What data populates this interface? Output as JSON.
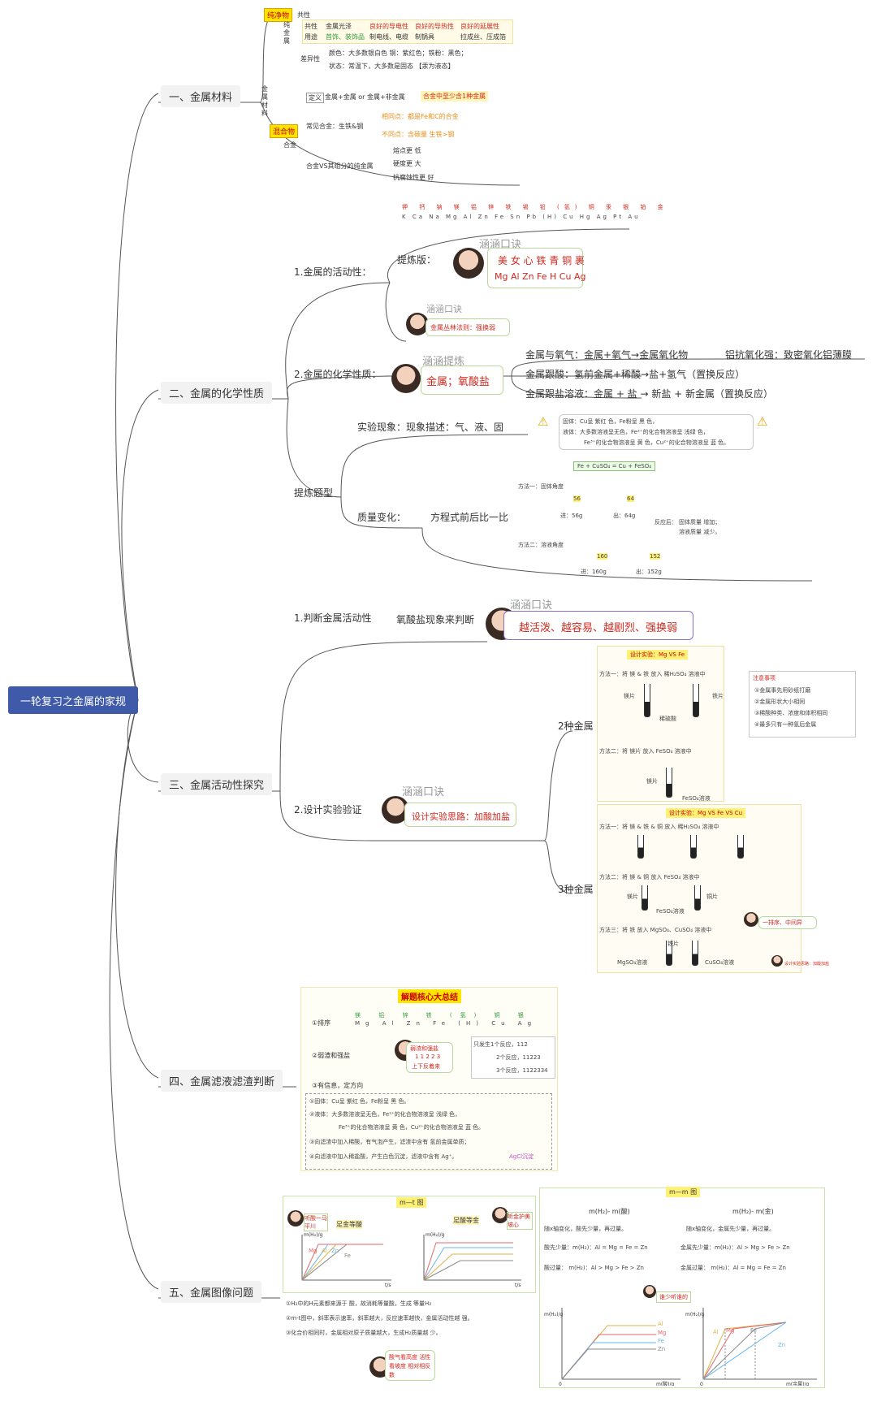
{
  "root": {
    "label": "一轮复习之金属的家规"
  },
  "branches": [
    "一、金属材料",
    "二、金属的化学性质",
    "三、金属活动性探究",
    "四、金属滤液滤渣判断",
    "五、金属图像问题"
  ],
  "s1": {
    "pure_tag": "纯净物",
    "pure_metal": "纯金属",
    "common": "共性",
    "row1": [
      "共性",
      "金属光泽",
      "良好的导电性",
      "良好的导热性",
      "良好的延展性"
    ],
    "row2": [
      "用途",
      "首饰、装饰品",
      "制电线、电缆",
      "制锅具",
      "拉成丝、压成箔"
    ],
    "diff": "差异性",
    "diff_color": "颜色：大多数银白色   铜：紫红色；铁粉：黑色；",
    "diff_state": "状态：常温下，大多数是固态 【汞为液态】",
    "metal_material": "金属材料",
    "mixture_tag": "混合物",
    "alloy": "合金",
    "def": "定义",
    "def_text": "金属+金属 or 金属+非金属",
    "def_note": "合金中至少含1种金属",
    "common_alloy": "常见合金：生铁&钢",
    "same": "相同点：都是Fe和C的合金",
    "diff2": "不同点：含碳量 生铁>钢",
    "vs": "合金VS其组分的纯金属",
    "melt": "熔点更 低",
    "hard": "硬度更 大",
    "corr": "抗腐蚀性更 好"
  },
  "s2": {
    "series_cn": [
      "钾",
      "钙",
      "钠",
      "镁",
      "铝",
      "锌",
      "铁",
      "锡",
      "铅",
      "(氢)",
      "铜",
      "汞",
      "银",
      "铂",
      "金"
    ],
    "series_sym": [
      "K",
      "Ca",
      "Na",
      "Mg",
      "Al",
      "Zn",
      "Fe",
      "Sn",
      "Pb",
      "(H)",
      "Cu",
      "Hg",
      "Ag",
      "Pt",
      "Au"
    ],
    "activity": "1.金属的活动性：",
    "refined": "提炼版：",
    "koujue": "涵涵口诀",
    "mnemonic": "美 女 心 铁 青 铜 裹",
    "mnemonic_sym": "Mg Al Zn Fe H Cu Ag",
    "jungle": "金属丛林法则：强换弱",
    "chem": "2.金属的化学性质：",
    "tilian": "涵涵提炼",
    "acid_salt": "金属；氧酸盐",
    "p1": "金属与氧气：金属+氧气→金属氧化物",
    "p1b": "铝抗氧化强：致密氧化铝薄膜",
    "p2": "金属跟酸：氢前金属+稀酸→盐+氢气（置换反应）",
    "p3": "金属跟盐溶液：金属 + 盐 → 新盐 + 新金属（置换反应）",
    "types": "提炼题型",
    "exp": "实验现象：现象描述：气、液、固",
    "solid": "固体：Cu呈 紫红 色，Fe粉呈 黑 色，",
    "liquid": "液体：大多数溶液呈无色，Fe²⁺的化合物溶液呈 浅绿 色，",
    "liquid2": "Fe³⁺的化合物溶液呈 黄 色，Cu²⁺的化合物溶液呈 蓝 色。",
    "mass": "质量变化：",
    "eq_compare": "方程式前后比一比",
    "equation": "Fe + CuSO₄ = Cu + FeSO₄",
    "m1": "方法一：固体角度",
    "m1_in": "进：56g",
    "m1_out": "出：64g",
    "n56": "56",
    "n64": "64",
    "after": "反应后：",
    "solid_mass": "固体质量 增加；",
    "sol_mass": "溶液质量 减少。",
    "m2": "方法二：溶液角度",
    "m2_in": "进：160g",
    "m2_out": "出：152g",
    "n160": "160",
    "n152": "152"
  },
  "s3": {
    "judge": "1.判断金属活动性",
    "judge_b": "氧酸盐现象来判断",
    "koujue": "涵涵口诀",
    "judge_c": "越活泼、越容易、越剧烈、强换弱",
    "design": "2.设计实验验证",
    "design_c": "设计实验思路：加酸加盐",
    "two": "2种金属",
    "exp_title": "设计实验：Mg VS Fe",
    "m1": "方法一：将 镁 & 铁 放入 稀H₂SO₄ 溶液中",
    "mg": "镁片",
    "fe": "铁片",
    "acid": "稀硫酸",
    "m2": "方法二：将 镁片 放入 FeSO₄ 溶液中",
    "mg2": "镁片",
    "feso4": "FeSO₄溶液",
    "notes_title": "注意事项",
    "notes": [
      "①金属事先用砂纸打磨",
      "②金属形状大小相同",
      "③稀酸种类、浓度和体积相同",
      "④最多只有一种氢后金属"
    ],
    "three": "3种金属",
    "exp3_title": "设计实验：Mg VS Fe VS Cu",
    "t1": "方法一：将 镁 & 铁 & 铜 放入 稀H₂SO₄ 溶液中",
    "t2": "方法二：将 镁 & 铜 放入 FeSO₄ 溶液中",
    "t3": "方法三：将 铁 放入 MgSO₄、CuSO₄ 溶液中",
    "koujue2": "一排序、中间异",
    "mgso4": "MgSO₄溶液",
    "cuso4": "CuSO₄溶液",
    "feso4b": "FeSO₄溶液",
    "tie": "铁片",
    "cu": "铜片",
    "mg3": "镁片",
    "small_note": "设计实验思路：加酸加盐"
  },
  "s4": {
    "title": "解题核心大总结",
    "sort": "①排序",
    "sort_cn": [
      "镁",
      "铝",
      "锌",
      "铁",
      "(氢)",
      "铜",
      "银"
    ],
    "sort_sym": [
      "Mg",
      "Al",
      "Zn",
      "Fe",
      "(H)",
      "Cu",
      "Ag"
    ],
    "weak": "②弱渣和强盐",
    "kj": "弱渣和强盐",
    "kj2": "1 1 2 2 3",
    "kj3": "上下反着来",
    "only": "只发生1个反应，112",
    "two": "2个反应，11223",
    "three": "3个反应，1122334",
    "info": "③有信息，定方向",
    "l1": "①固体：Cu呈 紫红 色，Fe粉呈 黑 色。",
    "l2": "②液体：大多数溶液呈无色，Fe²⁺的化合物溶液呈 浅绿 色，",
    "l3": "Fe³⁺的化合物溶液呈 黄 色，Cu²⁺的化合物溶液呈 蓝 色。",
    "l4": "③向滤渣中加入稀酸，有气泡产生，滤渣中含有 氢前金属单质；",
    "l5": "④向滤液中加入稀盐酸，产生白色沉淀，滤液中含有 Ag⁺。",
    "agcl": "AgCl沉淀"
  },
  "s5": {
    "mt": "m—t 图",
    "mm": "m—m 图",
    "zu": "足金等酸",
    "zs": "足酸等金",
    "k1": "听酸一马平川",
    "k2": "听金护美坡心",
    "ylabel": "m(H₂)/g",
    "xlabel": "t/s",
    "mg": "Mg",
    "al": "Al",
    "zn": "Zn",
    "fe": "Fe",
    "r1": "①H₂中的H元素都来源于 酸，故消耗等量酸，生成 等量H₂",
    "r2": "②m-t图中，斜率表示速率，斜率越大，反应速率越快，金属活动性越 强。",
    "r3": "③化合价相同时，金属相对原子质量越大，生成H₂质量越 少。",
    "k3": "酸气看高度 活性看坡度 相对相反数",
    "acid_col": "m(H₂)- m(酸)",
    "metal_col": "m(H₂)- m(金)",
    "a1": "随x轴变化，酸先少量，再过量。",
    "a2": "酸先少量：m(H₂)：Al = Mg = Fe = Zn",
    "a3": "酸过量：  m(H₂)：Al > Mg > Fe > Zn",
    "b1": "随x轴变化，金属先少量，再过量。",
    "b2": "金属先少量：m(H₂)：Al > Mg > Fe > Zn",
    "b3": "金属过量：  m(H₂)：Al = Mg = Fe = Zn",
    "k4": "谁少听谁的",
    "x1": "m(酸)/g",
    "x2": "m(金属)/g",
    "o": "0"
  }
}
